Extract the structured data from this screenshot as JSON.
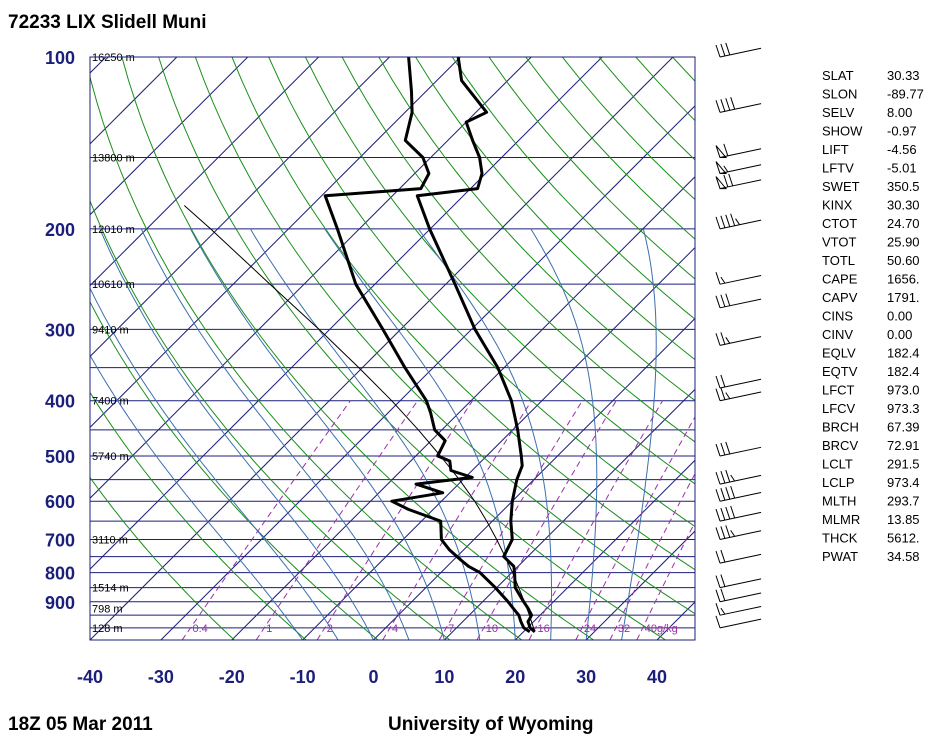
{
  "title": "72233 LIX Slidell Muni",
  "footer_left": "18Z 05 Mar 2011",
  "footer_right": "University of Wyoming",
  "colors": {
    "frame": "#1b1f7a",
    "isobar": "#1b1f7a",
    "isotherm": "#1b1f7a",
    "dry_adiabat": "#1a8f1a",
    "moist_adiabat": "#3c6fb0",
    "mixing_ratio": "#9b2fa8",
    "profile": "#000000"
  },
  "chart_data": {
    "type": "skew-t",
    "x_axis": {
      "label": "",
      "ticks": [
        -40,
        -30,
        -20,
        -10,
        0,
        10,
        20,
        30,
        40
      ],
      "range": [
        -40,
        45
      ],
      "unit": "°C"
    },
    "y_axis": {
      "label": "",
      "ticks": [
        100,
        200,
        300,
        400,
        500,
        600,
        700,
        800,
        900
      ],
      "range": [
        1050,
        100
      ],
      "scale": "log",
      "unit": "hPa"
    },
    "height_labels": [
      {
        "p": 100,
        "text": "16250 m"
      },
      {
        "p": 150,
        "text": "13800 m"
      },
      {
        "p": 200,
        "text": "12010 m"
      },
      {
        "p": 250,
        "text": "10610 m"
      },
      {
        "p": 300,
        "text": "9410 m"
      },
      {
        "p": 400,
        "text": "7400 m"
      },
      {
        "p": 500,
        "text": "5740 m"
      },
      {
        "p": 700,
        "text": "3110 m"
      },
      {
        "p": 850,
        "text": "1514 m"
      },
      {
        "p": 925,
        "text": "798 m"
      },
      {
        "p": 1000,
        "text": "128 m"
      }
    ],
    "mixing_ratio_labels": [
      "0.4",
      "1",
      "2",
      "4",
      "7",
      "10",
      "16",
      "24",
      "32",
      "40g/kg"
    ],
    "temperature": [
      [
        1016,
        21.6
      ],
      [
        1000,
        20.4
      ],
      [
        975,
        19.2
      ],
      [
        950,
        18.8
      ],
      [
        925,
        17.4
      ],
      [
        900,
        15.8
      ],
      [
        850,
        12.6
      ],
      [
        800,
        10.4
      ],
      [
        780,
        9.4
      ],
      [
        750,
        6.6
      ],
      [
        700,
        5.4
      ],
      [
        650,
        2.6
      ],
      [
        600,
        0.0
      ],
      [
        550,
        -2.4
      ],
      [
        520,
        -3.6
      ],
      [
        500,
        -5.1
      ],
      [
        450,
        -9.3
      ],
      [
        400,
        -14.3
      ],
      [
        350,
        -20.9
      ],
      [
        300,
        -29.5
      ],
      [
        250,
        -38.7
      ],
      [
        200,
        -50.1
      ],
      [
        175,
        -56.5
      ],
      [
        170,
        -49.0
      ],
      [
        160,
        -50.5
      ],
      [
        150,
        -53.1
      ],
      [
        140,
        -56.5
      ],
      [
        130,
        -60.0
      ],
      [
        125,
        -58.5
      ],
      [
        110,
        -66.5
      ],
      [
        100,
        -70.3
      ]
    ],
    "dewpoint": [
      [
        1016,
        20.9
      ],
      [
        1000,
        19.5
      ],
      [
        975,
        18.2
      ],
      [
        950,
        17.0
      ],
      [
        925,
        15.3
      ],
      [
        900,
        13.6
      ],
      [
        850,
        9.8
      ],
      [
        800,
        5.5
      ],
      [
        780,
        3.0
      ],
      [
        760,
        1.0
      ],
      [
        730,
        -2.0
      ],
      [
        700,
        -4.6
      ],
      [
        650,
        -7.3
      ],
      [
        620,
        -13.5
      ],
      [
        600,
        -17.0
      ],
      [
        580,
        -11.0
      ],
      [
        560,
        -16.0
      ],
      [
        545,
        -9.0
      ],
      [
        530,
        -13.0
      ],
      [
        510,
        -14.5
      ],
      [
        500,
        -16.9
      ],
      [
        470,
        -18.0
      ],
      [
        450,
        -21.0
      ],
      [
        420,
        -24.0
      ],
      [
        400,
        -26.3
      ],
      [
        350,
        -34.0
      ],
      [
        300,
        -42.5
      ],
      [
        250,
        -52.7
      ],
      [
        200,
        -63.1
      ],
      [
        175,
        -69.5
      ],
      [
        170,
        -57.0
      ],
      [
        160,
        -58.0
      ],
      [
        150,
        -61.1
      ],
      [
        140,
        -66.0
      ],
      [
        125,
        -69.0
      ],
      [
        115,
        -72.0
      ],
      [
        100,
        -77.3
      ]
    ],
    "parcel": [
      [
        1016,
        21.6
      ],
      [
        973,
        19.6
      ],
      [
        950,
        18.5
      ],
      [
        900,
        15.9
      ],
      [
        850,
        13.1
      ],
      [
        800,
        10.1
      ],
      [
        750,
        6.8
      ],
      [
        700,
        3.2
      ],
      [
        650,
        -0.8
      ],
      [
        600,
        -5.3
      ],
      [
        550,
        -10.5
      ],
      [
        500,
        -16.5
      ],
      [
        450,
        -23.3
      ],
      [
        400,
        -31.2
      ],
      [
        350,
        -40.5
      ],
      [
        300,
        -51.5
      ],
      [
        250,
        -64.8
      ],
      [
        200,
        -81.0
      ],
      [
        182,
        -88.0
      ]
    ],
    "wind_barbs": [
      {
        "p": 100,
        "speed": 30
      },
      {
        "p": 125,
        "speed": 40
      },
      {
        "p": 150,
        "speed": 60
      },
      {
        "p": 160,
        "speed": 55
      },
      {
        "p": 170,
        "speed": 70
      },
      {
        "p": 200,
        "speed": 45
      },
      {
        "p": 250,
        "speed": 15
      },
      {
        "p": 275,
        "speed": 30
      },
      {
        "p": 320,
        "speed": 25
      },
      {
        "p": 380,
        "speed": 20
      },
      {
        "p": 400,
        "speed": 25
      },
      {
        "p": 500,
        "speed": 30
      },
      {
        "p": 560,
        "speed": 35
      },
      {
        "p": 600,
        "speed": 40
      },
      {
        "p": 650,
        "speed": 40
      },
      {
        "p": 700,
        "speed": 35
      },
      {
        "p": 770,
        "speed": 20
      },
      {
        "p": 850,
        "speed": 20
      },
      {
        "p": 900,
        "speed": 20
      },
      {
        "p": 950,
        "speed": 15
      },
      {
        "p": 1000,
        "speed": 10
      }
    ]
  },
  "indices": [
    {
      "name": "SLAT",
      "value": "30.33"
    },
    {
      "name": "SLON",
      "value": "-89.77"
    },
    {
      "name": "SELV",
      "value": "8.00"
    },
    {
      "name": "SHOW",
      "value": "-0.97"
    },
    {
      "name": "LIFT",
      "value": "-4.56"
    },
    {
      "name": "LFTV",
      "value": "-5.01"
    },
    {
      "name": "SWET",
      "value": "350.5"
    },
    {
      "name": "KINX",
      "value": "30.30"
    },
    {
      "name": "CTOT",
      "value": "24.70"
    },
    {
      "name": "VTOT",
      "value": "25.90"
    },
    {
      "name": "TOTL",
      "value": "50.60"
    },
    {
      "name": "CAPE",
      "value": "1656."
    },
    {
      "name": "CAPV",
      "value": "1791."
    },
    {
      "name": "CINS",
      "value": "0.00"
    },
    {
      "name": "CINV",
      "value": "0.00"
    },
    {
      "name": "EQLV",
      "value": "182.4"
    },
    {
      "name": "EQTV",
      "value": "182.4"
    },
    {
      "name": "LFCT",
      "value": "973.0"
    },
    {
      "name": "LFCV",
      "value": "973.3"
    },
    {
      "name": "BRCH",
      "value": "67.39"
    },
    {
      "name": "BRCV",
      "value": "72.91"
    },
    {
      "name": "LCLT",
      "value": "291.5"
    },
    {
      "name": "LCLP",
      "value": "973.4"
    },
    {
      "name": "MLTH",
      "value": "293.7"
    },
    {
      "name": "MLMR",
      "value": "13.85"
    },
    {
      "name": "THCK",
      "value": "5612."
    },
    {
      "name": "PWAT",
      "value": "34.58"
    }
  ]
}
